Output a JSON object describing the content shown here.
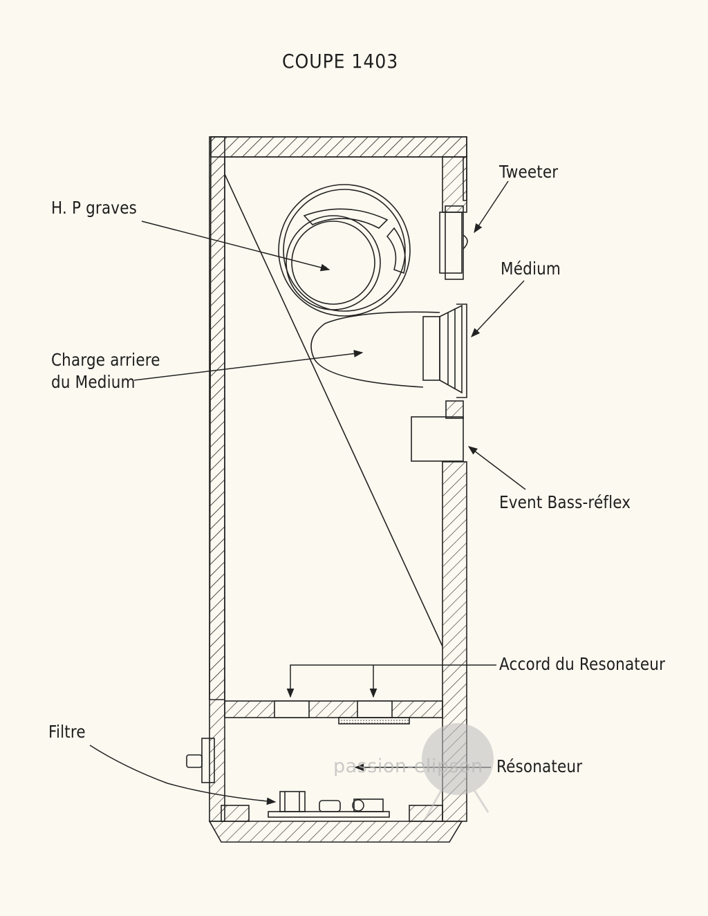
{
  "title": "COUPE 1403",
  "labels": {
    "tweeter": "Tweeter",
    "hp_graves": "H. P graves",
    "medium": "Médium",
    "charge_line1": "Charge arriere",
    "charge_line2": "du Medium",
    "event": "Event Bass-réflex",
    "accord": "Accord du Resonateur",
    "filtre": "Filtre",
    "resonateur": "Résonateur"
  },
  "watermark": {
    "text": "passion-elipson"
  },
  "colors": {
    "paper": "#fbf9f0",
    "ink": "#222222",
    "watermark": "#bdbdbd"
  }
}
